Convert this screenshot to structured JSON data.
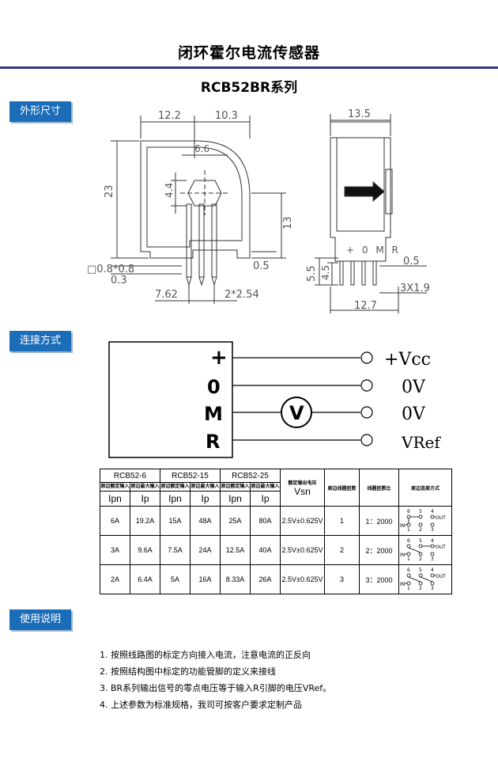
{
  "header": {
    "title": "闭环霍尔电流传感器",
    "subtitle": "RCB52BR系列"
  },
  "sections": {
    "dimensions": "外形尺寸",
    "connection": "连接方式",
    "usage": "使用说明"
  },
  "dimensions": {
    "w1": "12.2",
    "w2": "10.3",
    "h_total": "23",
    "hole_w": "6.6",
    "hole_h": "4.4",
    "h_body": "13",
    "t1": "0.5",
    "pin": "□0.8*0.8",
    "t2": "0.3",
    "p1": "7.62",
    "p2": "2*2.54",
    "side_w": "13.5",
    "side_marks": "+ 0 M R",
    "s1": "5.5",
    "s2": "4.5",
    "s3": "0.5",
    "s4": "3X1.9",
    "s5": "12.7"
  },
  "connection": {
    "pins": [
      "+",
      "0",
      "M",
      "R"
    ],
    "meter": "V",
    "outputs": [
      "+Vcc",
      "0V",
      "0V",
      "VRef"
    ]
  },
  "table": {
    "groups": [
      "RCB52-6",
      "RCB52-15",
      "RCB52-25"
    ],
    "sub_headers": [
      "原边额定输入",
      "原边最大输入"
    ],
    "symbols": [
      "Ipn",
      "Ip"
    ],
    "vsn_header": "额定输出电压",
    "vsn_symbol": "Vsn",
    "turns_header": "原边线圈匝数",
    "ratio_header": "线圈匝数比",
    "conn_header": "原边连接方式",
    "rows": [
      [
        "6A",
        "19.2A",
        "15A",
        "48A",
        "25A",
        "80A",
        "2.5V±0.625V",
        "1",
        "1：2000"
      ],
      [
        "3A",
        "9.6A",
        "7.5A",
        "24A",
        "12.5A",
        "40A",
        "2.5V±0.625V",
        "2",
        "2：2000"
      ],
      [
        "2A",
        "6.4A",
        "5A",
        "16A",
        "8.33A",
        "26A",
        "2.5V±0.625V",
        "3",
        "3：2000"
      ]
    ],
    "conn_labels": {
      "top": [
        "6",
        "5",
        "4"
      ],
      "bottom": [
        "1",
        "2",
        "3"
      ],
      "in": "IN",
      "out": "OUT"
    }
  },
  "notes": [
    "1.  按照线路图的标定方向接入电流，注意电流的正反向",
    "2.  按照结构图中标定的功能管脚的定义来接线",
    "3.  BR系列输出信号的零点电压等于输入R引脚的电压VRef。",
    "4.  上述参数为标准规格，我司可按客户要求定制产品"
  ]
}
